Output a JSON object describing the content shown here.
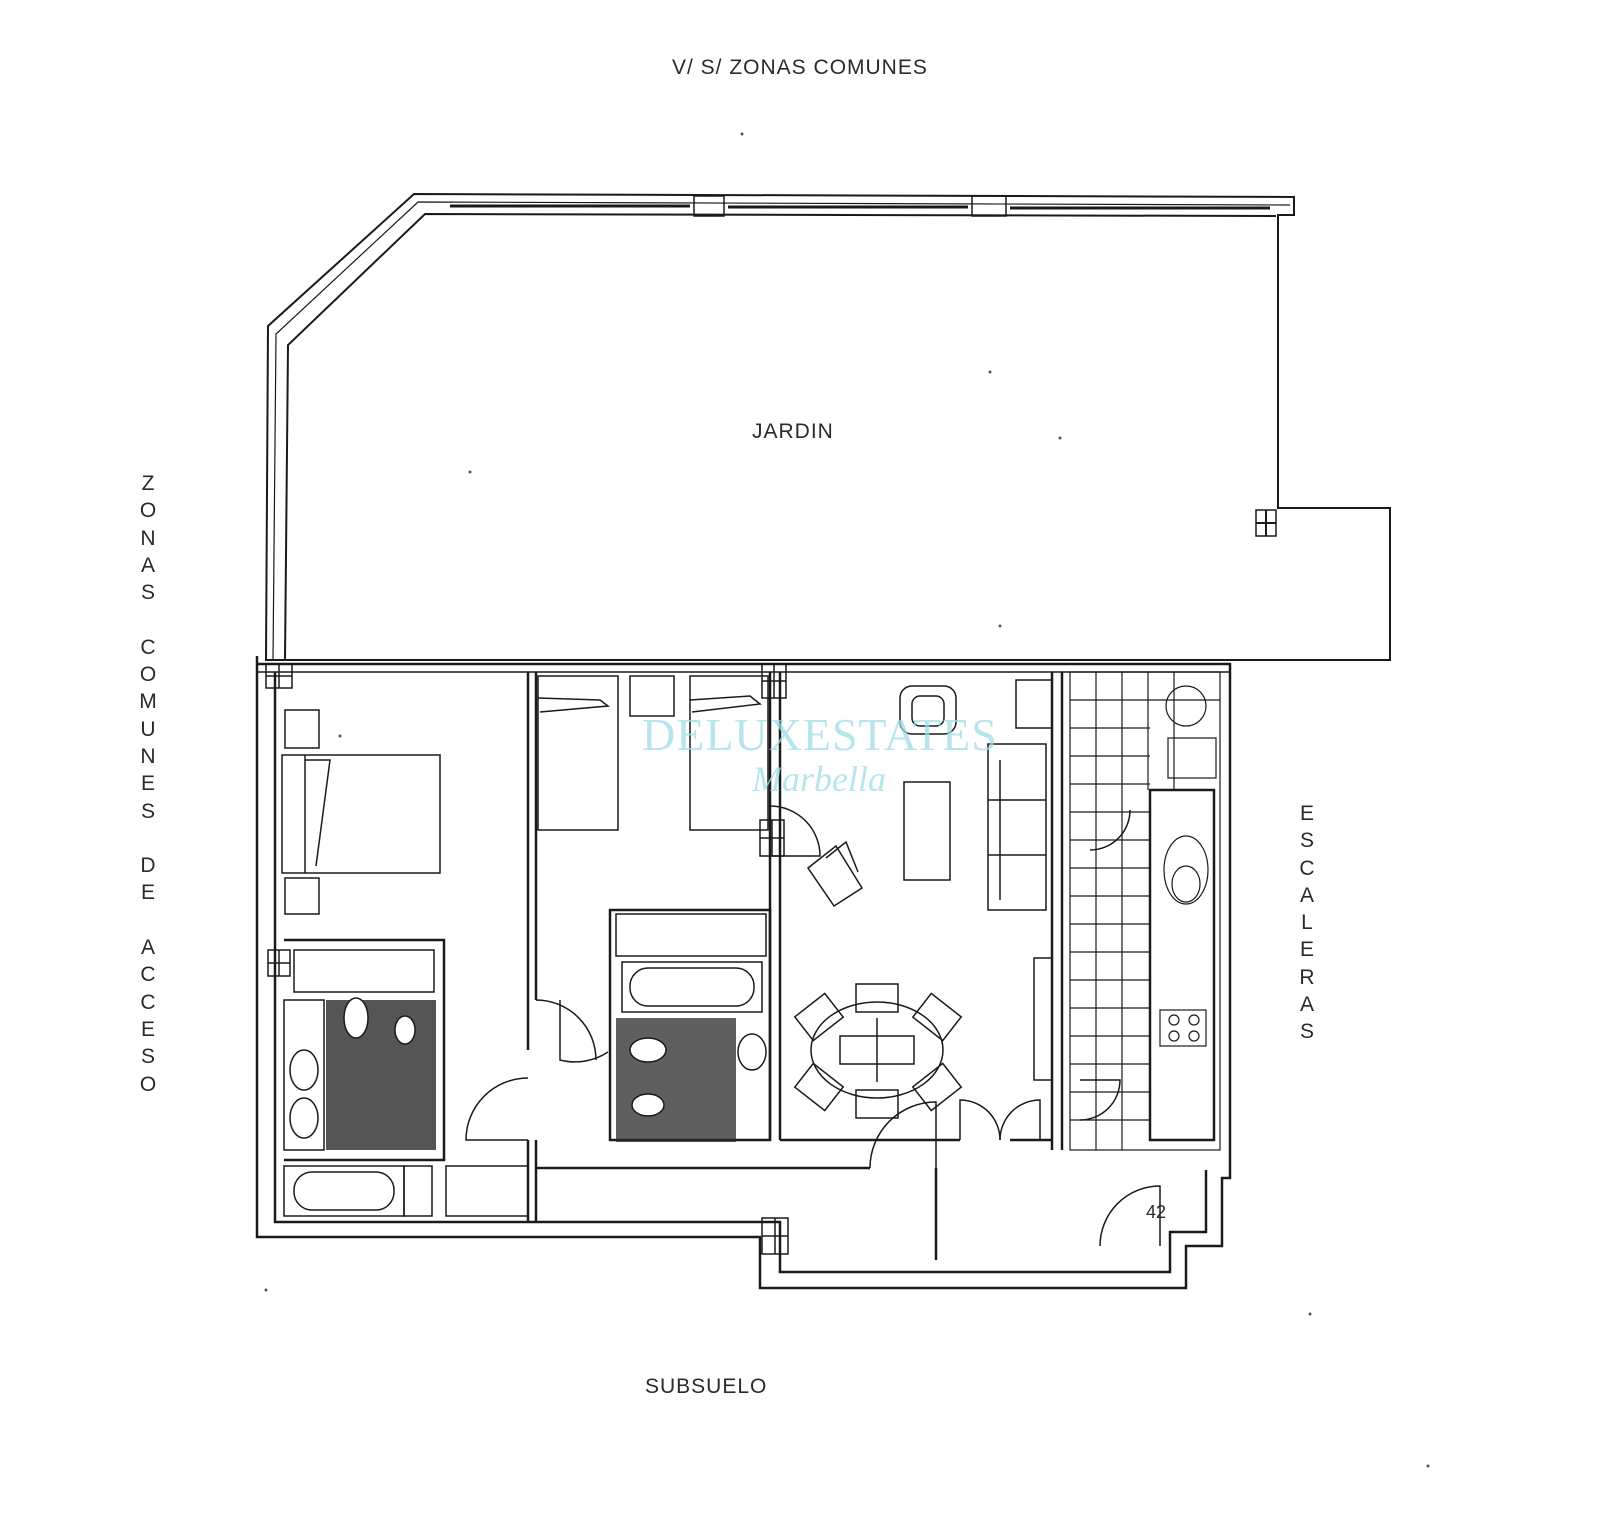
{
  "labels": {
    "top": "V/ S/ ZONAS COMUNES",
    "bottom": "SUBSUELO",
    "garden": "JARDIN",
    "unit_number": "42",
    "left_vertical": [
      "Z",
      "O",
      "N",
      "A",
      "S",
      "",
      "C",
      "O",
      "M",
      "U",
      "N",
      "E",
      "S",
      "",
      "D",
      "E",
      "",
      "A",
      "C",
      "C",
      "E",
      "S",
      "O"
    ],
    "right_vertical": [
      "E",
      "S",
      "C",
      "A",
      "L",
      "E",
      "R",
      "A",
      "S"
    ]
  },
  "watermark": {
    "brand": "DELUXESTATES",
    "sub": "Marbella",
    "color": "#9fdde6"
  },
  "colors": {
    "wall": "#1a1a1a",
    "background": "#ffffff"
  }
}
